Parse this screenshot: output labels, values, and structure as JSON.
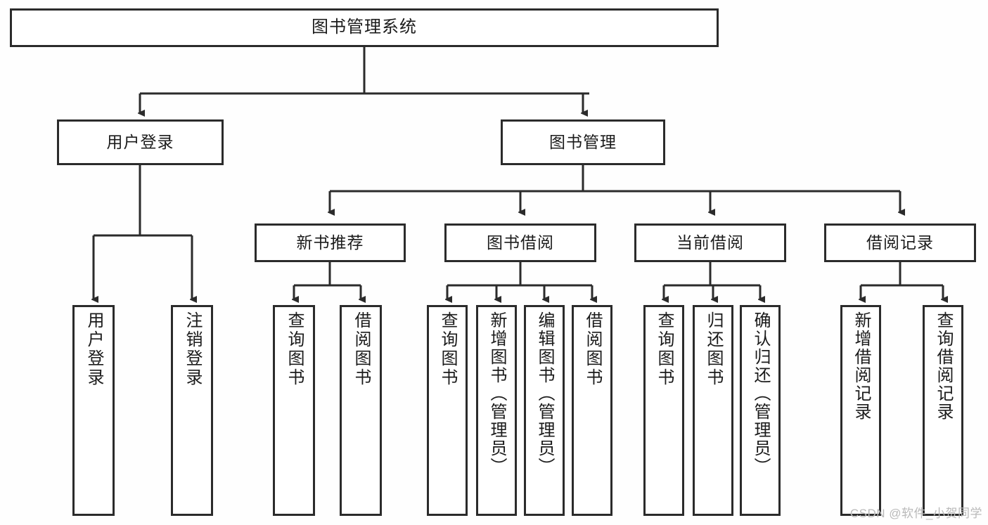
{
  "diagram": {
    "title": "图书管理系统",
    "watermark": "CSDN @软件_小贺同学",
    "colors": {
      "line": "#2b2b2b",
      "box_fill": "#ffffff",
      "background": "#fefefe",
      "text": "#1b1b1b",
      "watermark": "#b9b9b9"
    },
    "root": {
      "label": "图书管理系统"
    },
    "level1": [
      {
        "label": "用户登录"
      },
      {
        "label": "图书管理"
      }
    ],
    "level2": [
      {
        "label": "新书推荐"
      },
      {
        "label": "图书借阅"
      },
      {
        "label": "当前借阅"
      },
      {
        "label": "借阅记录"
      }
    ],
    "leaves": {
      "user_login": [
        {
          "label": "用户登录"
        },
        {
          "label": "注销登录"
        }
      ],
      "new_book_recommend": [
        {
          "label": "查询图书"
        },
        {
          "label": "借阅图书"
        }
      ],
      "book_borrow": [
        {
          "label": "查询图书"
        },
        {
          "label": "新增图书（管理员）"
        },
        {
          "label": "编辑图书（管理员）"
        },
        {
          "label": "借阅图书"
        }
      ],
      "current_borrow": [
        {
          "label": "查询图书"
        },
        {
          "label": "归还图书"
        },
        {
          "label": "确认归还（管理员）"
        }
      ],
      "borrow_record": [
        {
          "label": "新增借阅记录"
        },
        {
          "label": "查询借阅记录"
        }
      ]
    }
  }
}
